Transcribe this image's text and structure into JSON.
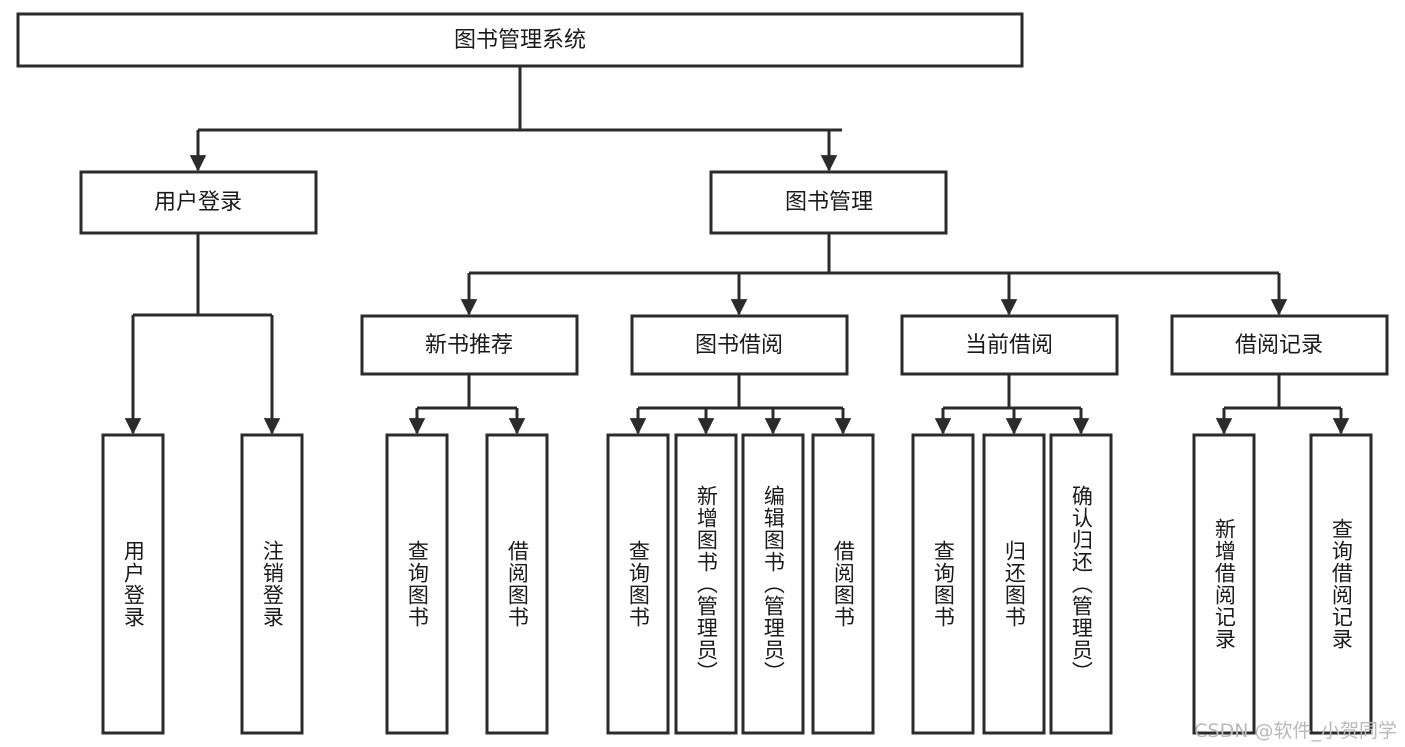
{
  "diagram": {
    "title": "图书管理系统",
    "type": "tree-hierarchy",
    "watermark": "CSDN @软件_小贺同学",
    "colors": {
      "stroke": "#2b2b2b",
      "box_fill": "#ffffff",
      "text": "#1a1a1a",
      "background": "#ffffff",
      "watermark": "#b9b9b9"
    },
    "root": {
      "label": "图书管理系统"
    },
    "level2": [
      {
        "label": "用户登录"
      },
      {
        "label": "图书管理"
      }
    ],
    "level3": [
      {
        "label": "新书推荐"
      },
      {
        "label": "图书借阅"
      },
      {
        "label": "当前借阅"
      },
      {
        "label": "借阅记录"
      }
    ],
    "leaves": {
      "user_login": [
        {
          "label": "用户登录"
        },
        {
          "label": "注销登录"
        }
      ],
      "new_book": [
        {
          "label": "查询图书"
        },
        {
          "label": "借阅图书"
        }
      ],
      "book_borrow": [
        {
          "label": "查询图书"
        },
        {
          "label": "新增图书（管理员）"
        },
        {
          "label": "编辑图书（管理员）"
        },
        {
          "label": "借阅图书"
        }
      ],
      "current_borrow": [
        {
          "label": "查询图书"
        },
        {
          "label": "归还图书"
        },
        {
          "label": "确认归还（管理员）"
        }
      ],
      "borrow_record": [
        {
          "label": "新增借阅记录"
        },
        {
          "label": "查询借阅记录"
        }
      ]
    }
  }
}
